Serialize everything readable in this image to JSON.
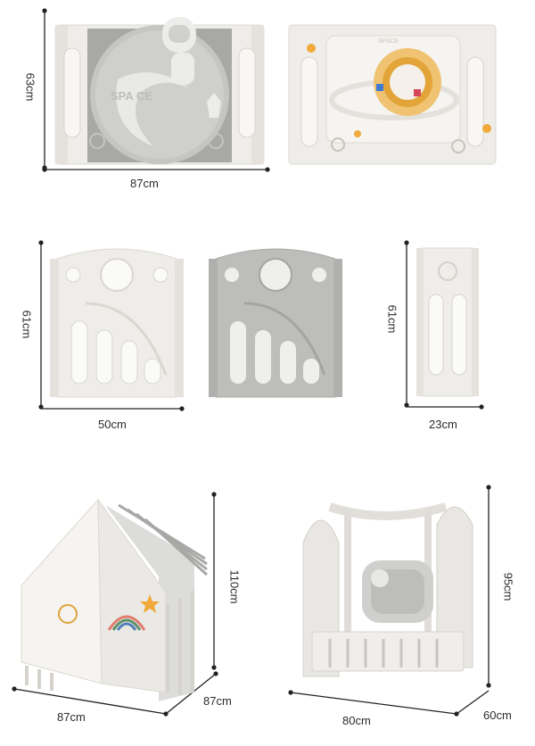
{
  "panels": {
    "space_panel": {
      "width": "87cm",
      "height": "63cm",
      "badge_text": "SPACE",
      "moon_text": "SPA CE"
    },
    "small_panels": {
      "width": "50cm",
      "height": "61cm"
    },
    "narrow_panel": {
      "width": "23cm",
      "height": "61cm"
    },
    "playhouse": {
      "height": "110cm",
      "width": "87cm",
      "depth": "87cm"
    },
    "swing": {
      "height": "95cm",
      "width": "80cm",
      "depth": "60cm"
    }
  },
  "colors": {
    "panel": "#f1efeb",
    "panel_grey": "#b9b9b7",
    "accent_orange": "#f0a93a",
    "line": "#222222"
  }
}
